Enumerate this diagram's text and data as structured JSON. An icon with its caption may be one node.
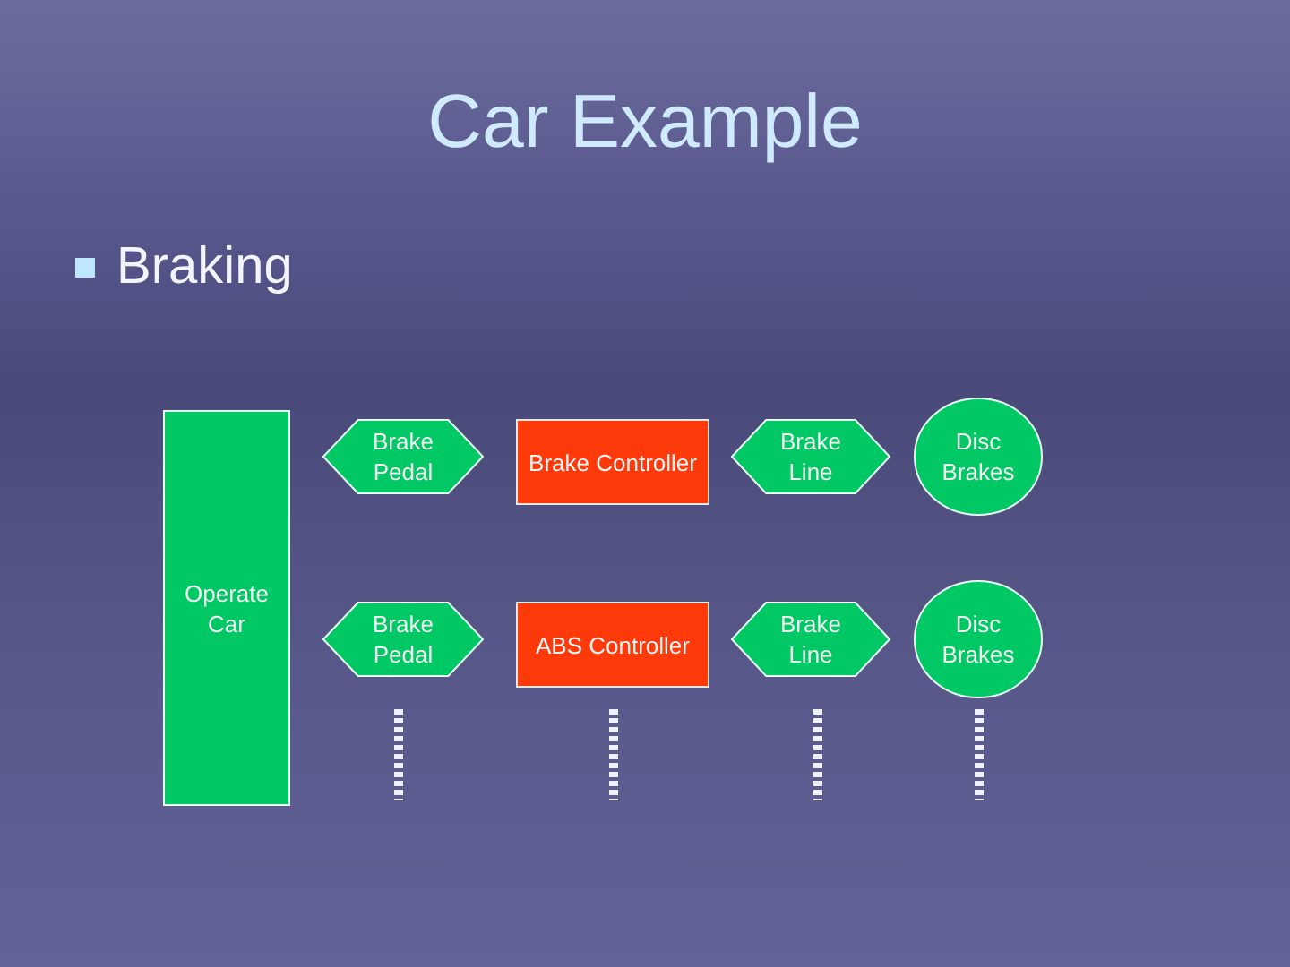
{
  "diagram": {
    "title": "Car Example",
    "nodes": [
      {
        "text": [
          "Operate Car"
        ]
      },
      {
        "text": [
          "Brake Pedal"
        ]
      },
      {
        "text": [
          "Brake Controller"
        ]
      },
      {
        "text": [
          "Brake Line"
        ]
      },
      {
        "text": [
          "Disc Brakes"
        ]
      },
      {
        "text": [
          "Brake Pedal"
        ]
      },
      {
        "text": [
          "ABS Controller"
        ]
      },
      {
        "text": [
          "Brake Line"
        ]
      },
      {
        "text": [
          "Disc Brakes"
        ]
      }
    ],
    "labels": [
      "Braking"
    ]
  }
}
